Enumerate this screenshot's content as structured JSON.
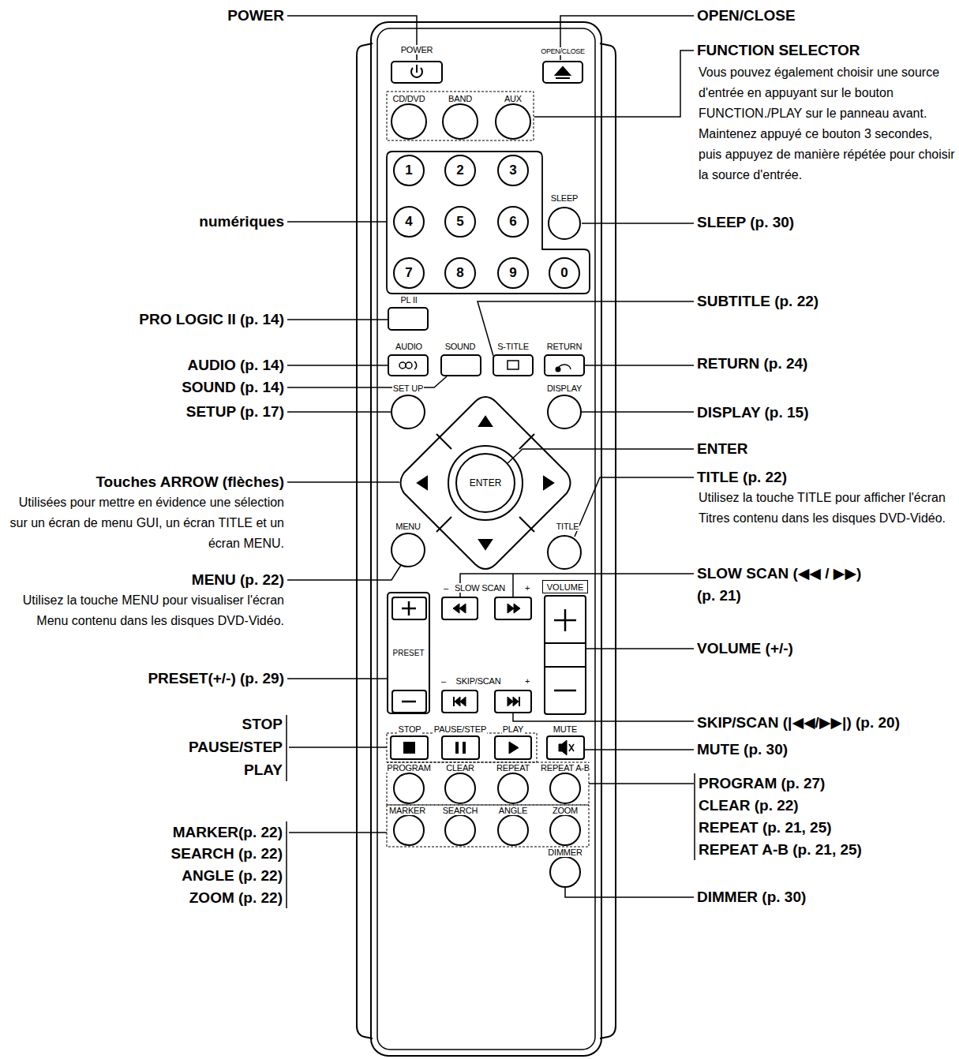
{
  "diagram": {
    "nodes": [
      {
        "text": [
          "1"
        ]
      },
      {
        "text": [
          "2"
        ]
      },
      {
        "text": [
          "3"
        ]
      },
      {
        "text": [
          "4"
        ]
      },
      {
        "text": [
          "5"
        ]
      },
      {
        "text": [
          "6"
        ]
      },
      {
        "text": [
          "7"
        ]
      },
      {
        "text": [
          "8"
        ]
      },
      {
        "text": [
          "9"
        ]
      },
      {
        "text": [
          "0"
        ]
      },
      {
        "text": [
          "ENTER"
        ]
      },
      {
        "text": [
          "PRESET"
        ]
      },
      {
        "text": [
          "VOLUME"
        ]
      }
    ],
    "labels": [
      "POWER",
      "OPEN/CLOSE",
      "FUNCTION SELECTOR",
      "Vous pouvez également choisir une source d'entrée en appuyant sur le bouton FUNCTION./PLAY sur le panneau avant. Maintenez appuyé ce bouton 3 secondes, puis appuyez de manière répétée pour choisir la source d'entrée.",
      "numériques",
      "SLEEP (p. 30)",
      "PRO LOGIC II (p. 14)",
      "SUBTITLE (p. 22)",
      "AUDIO (p. 14)",
      "SOUND (p. 14)",
      "RETURN (p. 24)",
      "SETUP (p. 17)",
      "DISPLAY (p. 15)",
      "ENTER",
      "Touches ARROW (flèches)",
      "Utilisées pour mettre en évidence une sélection sur un écran de menu GUI, un écran TITLE et un écran MENU.",
      "TITLE (p. 22)",
      "Utilisez la touche TITLE pour afficher l'écran Titres contenu dans les disques DVD-Vidéo.",
      "MENU (p. 22)",
      "Utilisez la touche MENU pour visualiser l'écran Menu contenu dans les disques DVD-Vidéo.",
      "SLOW SCAN (◀◀ / ▶▶)",
      "(p. 21)",
      "VOLUME (+/-)",
      "PRESET(+/-) (p. 29)",
      "STOP",
      "PAUSE/STEP",
      "PLAY",
      "SKIP/SCAN (|◀◀/▶▶|) (p. 20)",
      "MUTE (p. 30)",
      "PROGRAM (p. 27)",
      "CLEAR (p. 22)",
      "REPEAT (p. 21, 25)",
      "REPEAT A-B (p. 21, 25)",
      "MARKER(p. 22)",
      "SEARCH (p. 22)",
      "ANGLE (p. 22)",
      "ZOOM (p. 22)",
      "DIMMER (p. 30)",
      "POWER",
      "OPEN/CLOSE",
      "CD/DVD",
      "BAND",
      "AUX",
      "SLEEP",
      "PL II",
      "AUDIO",
      "SOUND",
      "S-TITLE",
      "RETURN",
      "SET UP",
      "DISPLAY",
      "MENU",
      "TITLE",
      "–",
      "SLOW SCAN",
      "+",
      "–",
      "SKIP/SCAN",
      "+",
      "STOP",
      "PAUSE/STEP",
      "PLAY",
      "MUTE",
      "PROGRAM",
      "CLEAR",
      "REPEAT",
      "REPEAT A-B",
      "MARKER",
      "SEARCH",
      "ANGLE",
      "ZOOM",
      "DIMMER"
    ]
  }
}
